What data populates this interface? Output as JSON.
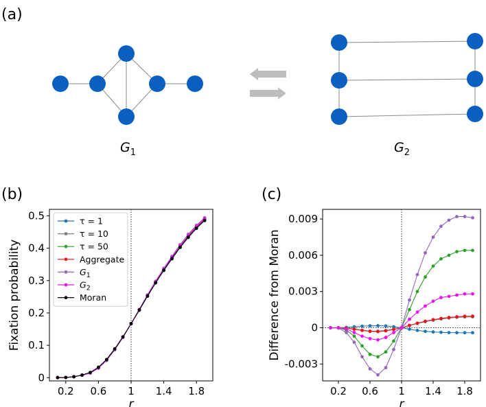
{
  "panels": {
    "a": {
      "label": "(a)",
      "graph1_label": "G",
      "graph1_sub": "1",
      "graph2_label": "G",
      "graph2_sub": "2"
    },
    "b": {
      "label": "(b)"
    },
    "c": {
      "label": "(c)"
    }
  },
  "colors": {
    "node": "#0a5fbf",
    "edge": "#8a8a8a",
    "arrow": "#bdbdbd",
    "tau1": "#1f77b4",
    "tau10": "#7f7f7f",
    "tau50": "#2ca02c",
    "aggregate": "#e8141b",
    "G1": "#9467bd",
    "G2": "#ee11ee",
    "moran": "#000000"
  },
  "icons": {
    "swap": "left-right-arrows-icon"
  },
  "chart_data": [
    {
      "type": "line",
      "panel": "(b)",
      "xlabel": "r",
      "ylabel": "Fixation probability",
      "xlim": [
        0,
        2
      ],
      "ylim": [
        -0.01,
        0.52
      ],
      "xticks": [
        0.2,
        0.6,
        1,
        1.4,
        1.8
      ],
      "xtick_labels": [
        "0.2",
        "0.6",
        "1",
        "1.4",
        "1.8"
      ],
      "yticks": [
        0,
        0.1,
        0.2,
        0.3,
        0.4,
        0.5
      ],
      "ytick_labels": [
        "0",
        "0.1",
        "0.2",
        "0.3",
        "0.4",
        "0.5"
      ],
      "vline": 1,
      "legend_position": "top-left",
      "x": [
        0.1,
        0.2,
        0.3,
        0.4,
        0.5,
        0.6,
        0.7,
        0.8,
        0.9,
        1.0,
        1.1,
        1.2,
        1.3,
        1.4,
        1.5,
        1.6,
        1.7,
        1.8,
        1.9
      ],
      "series": [
        {
          "key": "tau1",
          "legend": "τ = 1",
          "values": [
            0.0002,
            0.0008,
            0.003,
            0.008,
            0.016,
            0.032,
            0.056,
            0.089,
            0.126,
            0.167,
            0.208,
            0.252,
            0.293,
            0.331,
            0.367,
            0.402,
            0.433,
            0.461,
            0.485
          ]
        },
        {
          "key": "tau10",
          "legend": "τ = 10",
          "values": [
            0.0002,
            0.0008,
            0.003,
            0.008,
            0.016,
            0.032,
            0.056,
            0.089,
            0.126,
            0.167,
            0.209,
            0.252,
            0.294,
            0.333,
            0.37,
            0.405,
            0.437,
            0.465,
            0.489
          ]
        },
        {
          "key": "tau50",
          "legend": "τ = 50",
          "values": [
            0.0002,
            0.0008,
            0.003,
            0.008,
            0.016,
            0.031,
            0.055,
            0.087,
            0.125,
            0.167,
            0.21,
            0.254,
            0.296,
            0.335,
            0.372,
            0.408,
            0.44,
            0.468,
            0.491
          ]
        },
        {
          "key": "aggregate",
          "legend": "Aggregate",
          "values": [
            0.0002,
            0.0008,
            0.003,
            0.008,
            0.016,
            0.032,
            0.056,
            0.089,
            0.126,
            0.167,
            0.209,
            0.253,
            0.294,
            0.333,
            0.37,
            0.405,
            0.437,
            0.465,
            0.489
          ]
        },
        {
          "key": "G1",
          "legend": "G",
          "legend_sub": "1",
          "values": [
            0.0002,
            0.0008,
            0.003,
            0.007,
            0.014,
            0.029,
            0.053,
            0.086,
            0.124,
            0.167,
            0.211,
            0.256,
            0.298,
            0.338,
            0.375,
            0.411,
            0.443,
            0.471,
            0.494
          ]
        },
        {
          "key": "G2",
          "legend": "G",
          "legend_sub": "2",
          "values": [
            0.0002,
            0.0008,
            0.003,
            0.008,
            0.015,
            0.031,
            0.055,
            0.088,
            0.125,
            0.167,
            0.21,
            0.254,
            0.296,
            0.335,
            0.372,
            0.407,
            0.439,
            0.467,
            0.491
          ]
        },
        {
          "key": "moran",
          "legend": "Moran",
          "values": [
            0.0002,
            0.0008,
            0.003,
            0.008,
            0.016,
            0.032,
            0.056,
            0.089,
            0.126,
            0.167,
            0.209,
            0.252,
            0.293,
            0.332,
            0.368,
            0.403,
            0.434,
            0.462,
            0.486
          ]
        }
      ]
    },
    {
      "type": "line",
      "panel": "(c)",
      "xlabel": "r",
      "ylabel": "Difference from Moran",
      "xlim": [
        0,
        2
      ],
      "ylim": [
        -0.0044,
        0.0098
      ],
      "xticks": [
        0.2,
        0.6,
        1,
        1.4,
        1.8
      ],
      "xtick_labels": [
        "0.2",
        "0.6",
        "1",
        "1.4",
        "1.8"
      ],
      "yticks": [
        -0.003,
        0,
        0.003,
        0.006,
        0.009
      ],
      "ytick_labels": [
        "-0.003",
        "0",
        "0.003",
        "0.006",
        "0.009"
      ],
      "vline": 1,
      "hline": 0,
      "x": [
        0.1,
        0.2,
        0.3,
        0.4,
        0.5,
        0.6,
        0.7,
        0.8,
        0.9,
        1.0,
        1.1,
        1.2,
        1.3,
        1.4,
        1.5,
        1.6,
        1.7,
        1.8,
        1.9
      ],
      "series": [
        {
          "key": "tau1",
          "values": [
            0,
            0,
            3e-05,
            8e-05,
            0.00013,
            0.00016,
            0.00017,
            0.00015,
            8e-05,
            0,
            -0.00012,
            -0.00022,
            -0.0003,
            -0.00035,
            -0.00038,
            -0.0004,
            -0.00041,
            -0.00041,
            -0.00041
          ]
        },
        {
          "key": "tau10",
          "values": [
            0,
            0,
            -3e-05,
            -0.0001,
            -0.0002,
            -0.00028,
            -0.00028,
            -0.00022,
            -0.00012,
            0,
            0.00018,
            0.00035,
            0.0005,
            0.00062,
            0.00072,
            0.0008,
            0.00086,
            0.00089,
            0.0009
          ]
        },
        {
          "key": "tau50",
          "values": [
            0,
            0,
            -0.0002,
            -0.0007,
            -0.0015,
            -0.0022,
            -0.0024,
            -0.002,
            -0.0011,
            0,
            0.0015,
            0.003,
            0.0042,
            0.0051,
            0.0057,
            0.006,
            0.0063,
            0.0064,
            0.0064
          ]
        },
        {
          "key": "aggregate",
          "values": [
            0,
            0,
            -4e-05,
            -0.00012,
            -0.00022,
            -0.0003,
            -0.00032,
            -0.00026,
            -0.00014,
            0,
            0.0002,
            0.00038,
            0.00054,
            0.00067,
            0.00077,
            0.00085,
            0.00091,
            0.00095,
            0.00096
          ]
        },
        {
          "key": "G1",
          "values": [
            0,
            -3e-05,
            -0.0004,
            -0.0012,
            -0.0024,
            -0.0034,
            -0.0039,
            -0.0033,
            -0.0018,
            0,
            0.0023,
            0.0044,
            0.0062,
            0.0075,
            0.0084,
            0.0089,
            0.0092,
            0.0092,
            0.0091
          ]
        },
        {
          "key": "G2",
          "values": [
            0,
            0,
            -0.0001,
            -0.0004,
            -0.0007,
            -0.0009,
            -0.001,
            -0.0008,
            -0.0004,
            0,
            0.0007,
            0.0013,
            0.0018,
            0.0022,
            0.0025,
            0.0026,
            0.0027,
            0.0028,
            0.0028
          ]
        },
        {
          "key": "moran",
          "values": [
            0,
            0,
            0,
            0,
            0,
            0,
            0,
            0,
            0,
            0,
            0,
            0,
            0,
            0,
            0,
            0,
            0,
            0,
            0
          ],
          "hidden": true
        }
      ]
    }
  ]
}
